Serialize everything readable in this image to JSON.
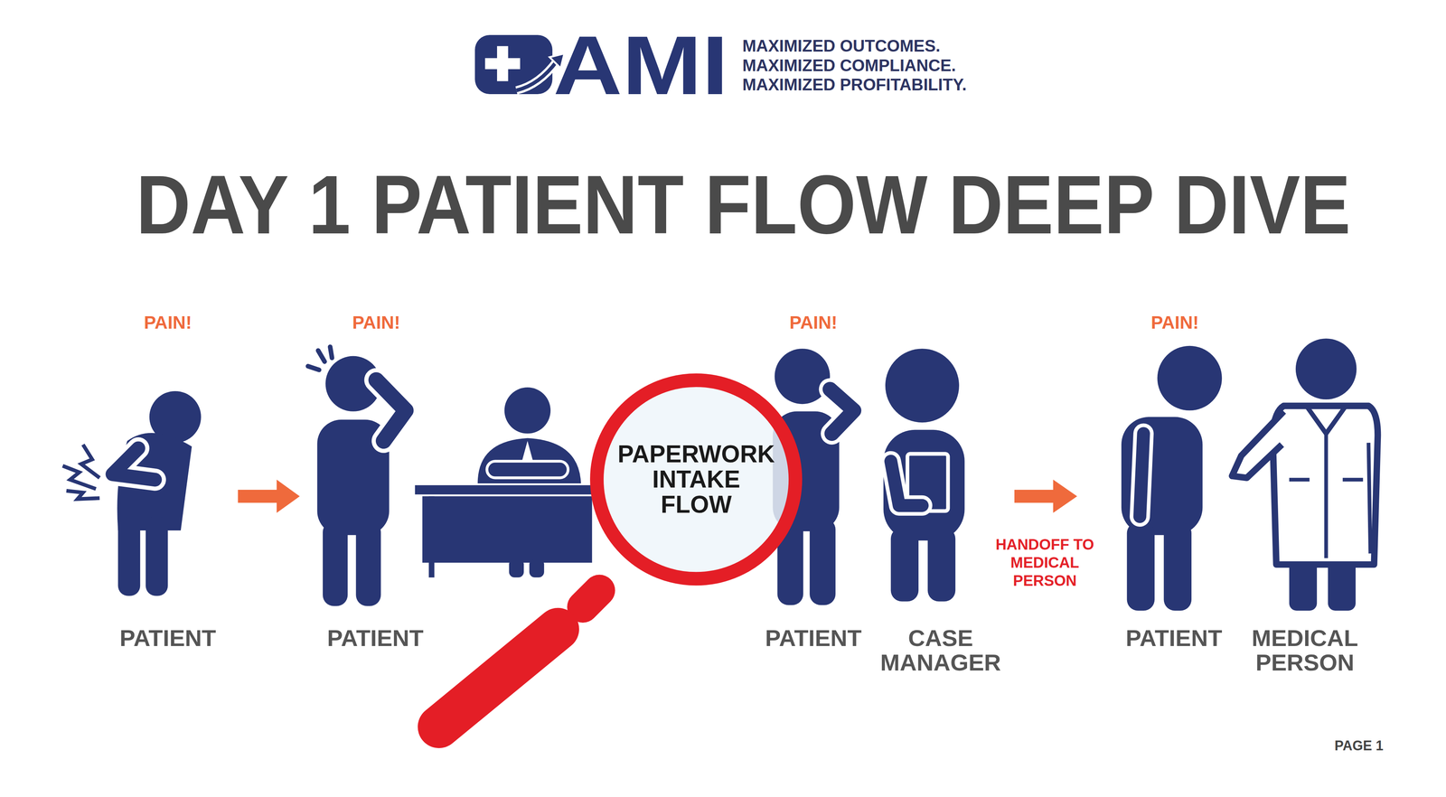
{
  "diagram": {
    "title": "DAY 1 PATIENT FLOW DEEP DIVE",
    "nodes": [
      {
        "text": [
          "PAPERWORK INTAKE FLOW"
        ]
      }
    ],
    "labels": [
      "AMI",
      "MAXIMIZED OUTCOMES.",
      "MAXIMIZED COMPLIANCE.",
      "MAXIMIZED PROFITABILITY.",
      "PAIN!",
      "PAIN!",
      "PAIN!",
      "PAIN!",
      "PATIENT",
      "PATIENT",
      "PATIENT",
      "PATIENT",
      "CASE MANAGER",
      "HANDOFF TO MEDICAL PERSON",
      "MEDICAL PERSON",
      "PAGE 1"
    ]
  }
}
